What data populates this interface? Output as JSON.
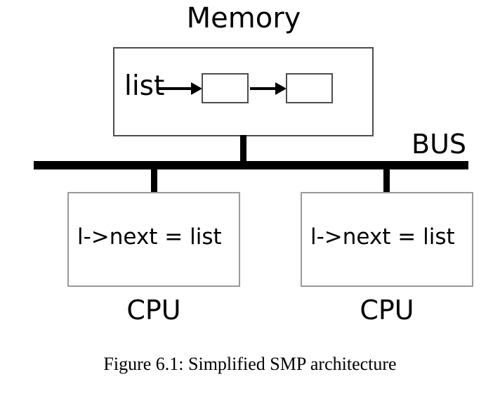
{
  "figure": {
    "caption": "Figure 6.1: Simplified SMP architecture",
    "background_color": "#ffffff",
    "ink_color": "#000000"
  },
  "memory": {
    "title": "Memory",
    "box_border_color": "#4d4d4d",
    "list_label": "list",
    "nodes": [
      {
        "label": ""
      },
      {
        "label": ""
      }
    ],
    "pointers": [
      {
        "from": "list",
        "to": "node-1",
        "glyph": "arrow-right"
      },
      {
        "from": "node-1",
        "to": "node-2",
        "glyph": "arrow-right"
      }
    ]
  },
  "bus": {
    "label": "BUS",
    "color": "#000000"
  },
  "cpus": [
    {
      "name": "CPU",
      "code": "l->next = list",
      "box_border_color": "#9a9a9a"
    },
    {
      "name": "CPU",
      "code": "l->next = list",
      "box_border_color": "#9a9a9a"
    }
  ]
}
